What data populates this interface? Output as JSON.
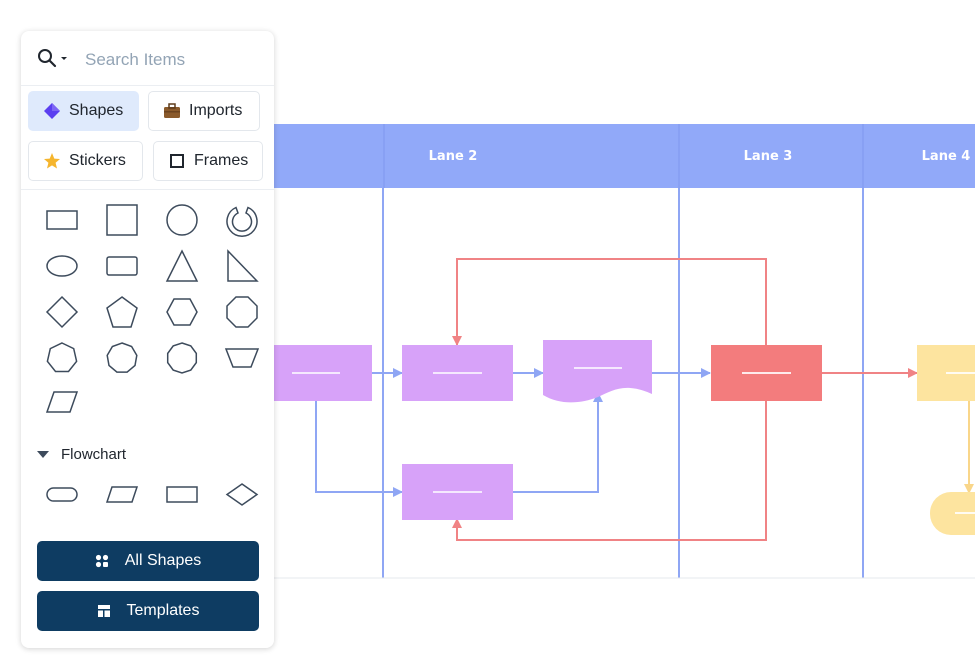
{
  "lanes": [
    "Lane 2",
    "Lane 3",
    "Lane 4"
  ],
  "colors": {
    "lane_header": "#91a9f9",
    "lane_line": "#8fa6f4",
    "node_purple": "#d7a2f9",
    "node_red": "#f37c7d",
    "node_yellow": "#fde49f",
    "arrow_blue": "#8fa6f4",
    "arrow_red": "#f08385",
    "arrow_yellow": "#f9d68a",
    "button_dark": "#0e3c62",
    "tab_active_bg": "#dfeafc"
  },
  "panel": {
    "search": {
      "placeholder": "Search Items",
      "value": ""
    },
    "tabs": [
      {
        "label": "Shapes",
        "icon": "diamond-icon",
        "active": true
      },
      {
        "label": "Imports",
        "icon": "briefcase-icon",
        "active": false
      },
      {
        "label": "Stickers",
        "icon": "star-icon",
        "active": false
      },
      {
        "label": "Frames",
        "icon": "frame-icon",
        "active": false
      }
    ],
    "basic_shapes": [
      "rectangle",
      "square",
      "circle",
      "arc",
      "ellipse",
      "rounded-rectangle",
      "triangle",
      "right-triangle",
      "diamond",
      "pentagon",
      "hexagon",
      "octagon",
      "heptagon",
      "nonagon",
      "decagon",
      "trapezoid",
      "parallelogram"
    ],
    "flowchart_section": {
      "label": "Flowchart",
      "shapes": [
        "terminator",
        "data",
        "process",
        "decision"
      ]
    },
    "buttons": {
      "all_shapes": "All Shapes",
      "templates": "Templates"
    }
  }
}
